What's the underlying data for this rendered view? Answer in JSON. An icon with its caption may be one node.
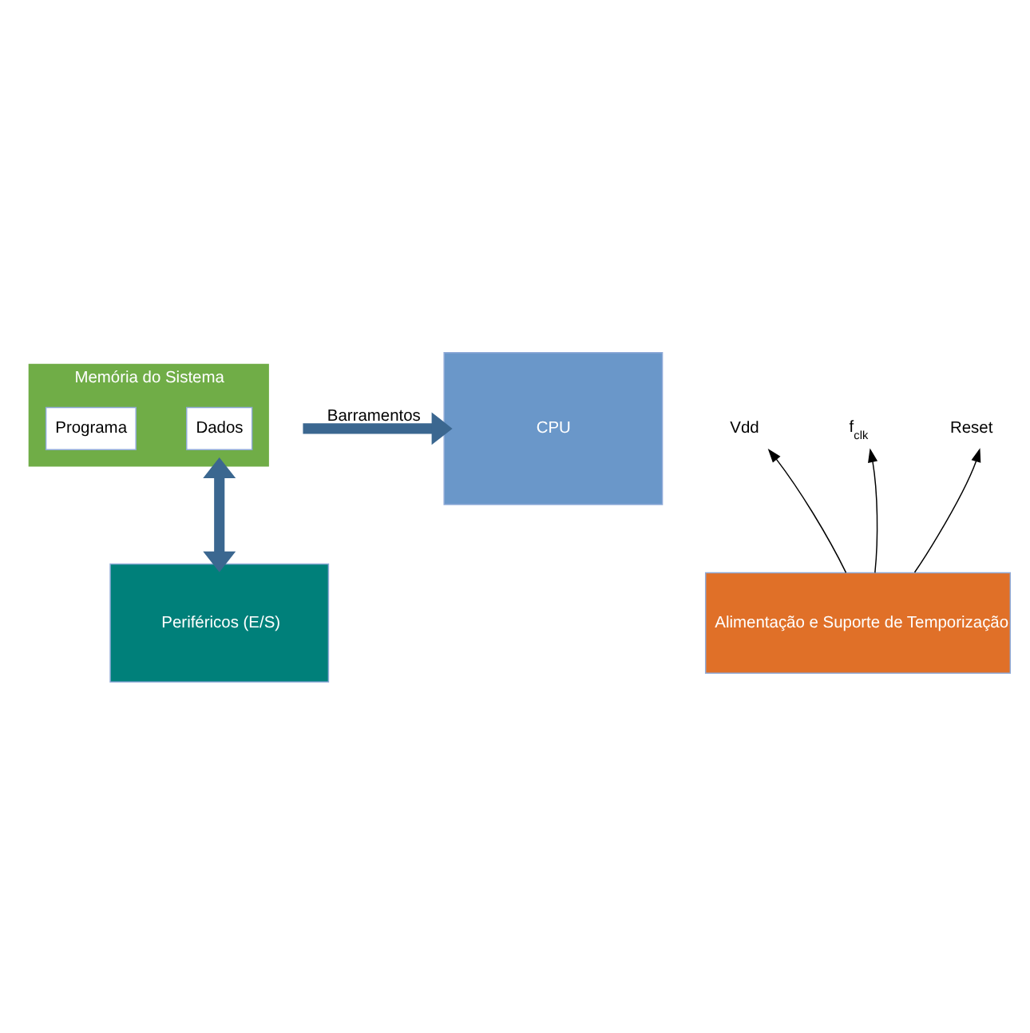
{
  "diagram": {
    "nodes": [
      {
        "text": [
          "Memória do Sistema"
        ]
      },
      {
        "text": [
          "Dados"
        ],
        "in": 0
      },
      {
        "text": [
          "Programa"
        ],
        "in": 0
      },
      {
        "text": [
          "CPU"
        ]
      },
      {
        "text": [
          "Alimentação e Suporte de Temporização"
        ]
      },
      {
        "text": [
          "Periféricos (E/S)"
        ]
      },
      {
        "text": [
          "Vdd"
        ]
      },
      {
        "text": [
          "f$_{clk}$"
        ]
      },
      {
        "text": [
          "Reset"
        ]
      }
    ],
    "edges": [
      {
        "from": 0,
        "to": 5,
        "arrow": "both",
        "style": "thick",
        "color": "#3b6790"
      },
      {
        "from": null,
        "to": 3,
        "arrow": "to",
        "label": "Barramentos",
        "style": "thick",
        "color": "#3b6790"
      },
      {
        "from": 4,
        "to": 6,
        "arrow": "to"
      },
      {
        "from": 4,
        "to": 7,
        "arrow": "to"
      },
      {
        "from": 4,
        "to": 8,
        "arrow": "to"
      }
    ]
  }
}
